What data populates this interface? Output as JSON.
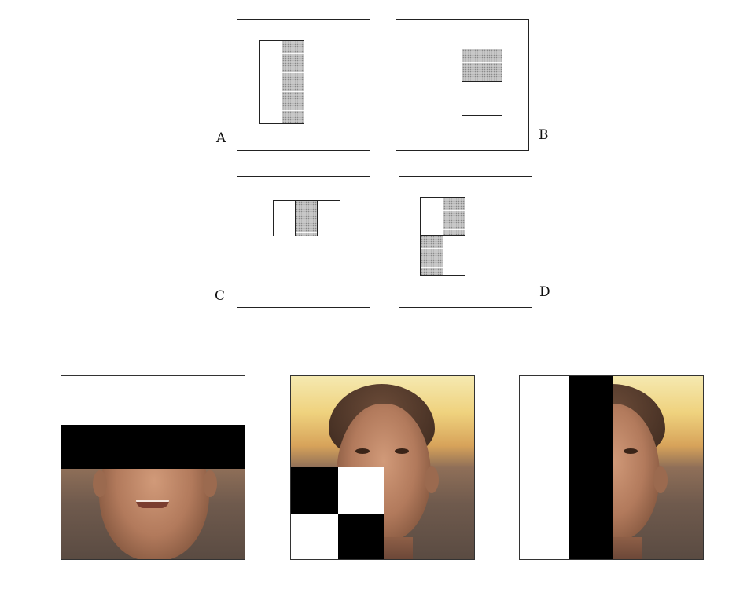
{
  "panels": [
    {
      "id": "A",
      "label": "A"
    },
    {
      "id": "B",
      "label": "B"
    },
    {
      "id": "C",
      "label": "C"
    },
    {
      "id": "D",
      "label": "D"
    }
  ],
  "colors": {
    "line": "#222222",
    "shade": "#c8c8c8",
    "feature_black": "#000000",
    "feature_white": "#ffffff"
  }
}
